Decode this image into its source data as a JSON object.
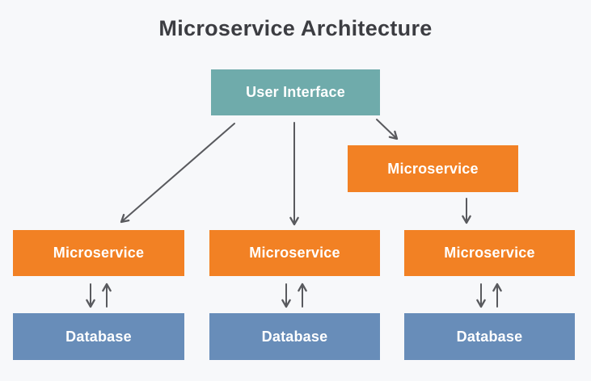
{
  "title": "Microservice Architecture",
  "colors": {
    "background": "#f7f8fa",
    "title": "#3c3d42",
    "teal": "#6fabab",
    "orange": "#f28124",
    "blue": "#688db9",
    "arrow": "#595a5e"
  },
  "nodes": {
    "user_interface": {
      "label": "User Interface"
    },
    "microservice_top": {
      "label": "Microservice"
    },
    "microservice_left": {
      "label": "Microservice"
    },
    "microservice_middle": {
      "label": "Microservice"
    },
    "microservice_right": {
      "label": "Microservice"
    },
    "database_left": {
      "label": "Database"
    },
    "database_middle": {
      "label": "Database"
    },
    "database_right": {
      "label": "Database"
    }
  },
  "edges": [
    {
      "from": "user_interface",
      "to": "microservice_left",
      "direction": "one-way"
    },
    {
      "from": "user_interface",
      "to": "microservice_middle",
      "direction": "one-way"
    },
    {
      "from": "user_interface",
      "to": "microservice_top",
      "direction": "one-way"
    },
    {
      "from": "microservice_top",
      "to": "microservice_right",
      "direction": "one-way"
    },
    {
      "from": "microservice_left",
      "to": "database_left",
      "direction": "two-way"
    },
    {
      "from": "microservice_middle",
      "to": "database_middle",
      "direction": "two-way"
    },
    {
      "from": "microservice_right",
      "to": "database_right",
      "direction": "two-way"
    }
  ]
}
